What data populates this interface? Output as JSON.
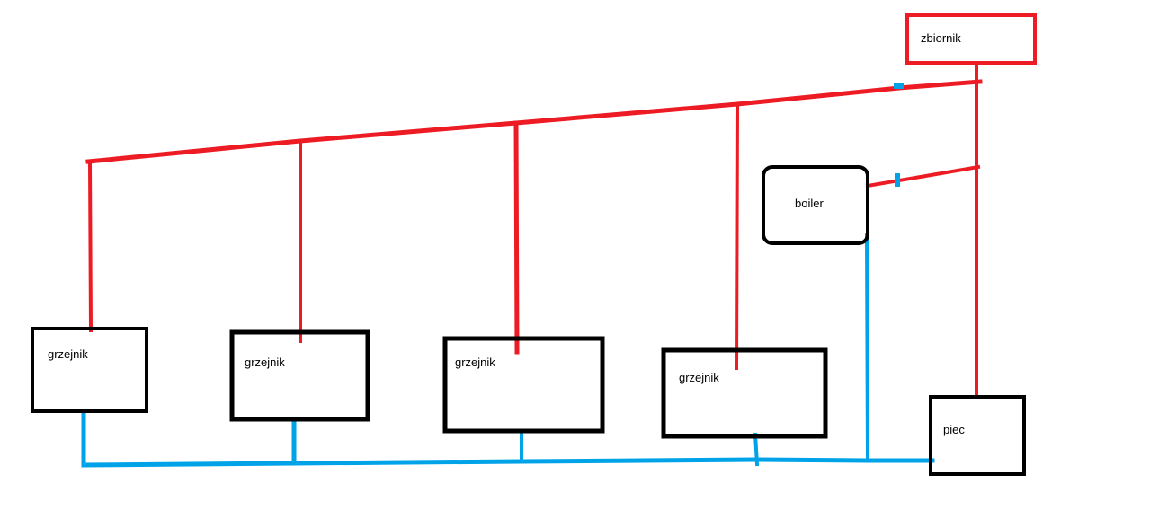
{
  "colors": {
    "hot_pipe": "#ed1c24",
    "cold_pipe": "#00a2e8",
    "outline": "#000000",
    "tank_outline": "#ed1c24"
  },
  "labels": {
    "tank": "zbiornik",
    "boiler": "boiler",
    "furnace": "piec",
    "radiator_1": "grzejnik",
    "radiator_2": "grzejnik",
    "radiator_3": "grzejnik",
    "radiator_4": "grzejnik"
  }
}
